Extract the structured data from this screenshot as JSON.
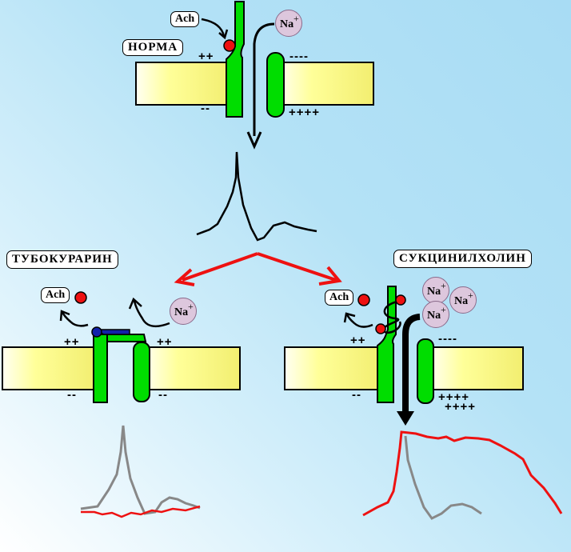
{
  "norm": {
    "title": "НОРМА",
    "ach": "Ach",
    "na": "Na",
    "charge": "+",
    "plus_left": "++",
    "minus_right": "----",
    "minus_left": "--",
    "plus_right": "++++"
  },
  "tubocurarine": {
    "title": "ТУБОКУРАРИН",
    "ach": "Ach",
    "na": "Na",
    "charge": "+",
    "plus_left": "++",
    "plus_right": "++",
    "minus_left": "--",
    "minus_right": "--"
  },
  "succinylcholine": {
    "title": "СУКЦИНИЛХОЛИН",
    "ach": "Ach",
    "na_ions": [
      "Na",
      "Na",
      "Na"
    ],
    "charge": "+",
    "plus_left": "++",
    "minus_right": "----",
    "minus_left": "--",
    "plus_right_1": "++++",
    "plus_right_2": "++++"
  },
  "colors": {
    "membrane": "#ffff99",
    "channel": "#00dd00",
    "acetylcholine": "#ee1111",
    "blocker": "#1122aa",
    "sodium": "#ddc7dd",
    "inhibited_trace": "#ee1111",
    "normal_trace_overlay": "#888888"
  }
}
